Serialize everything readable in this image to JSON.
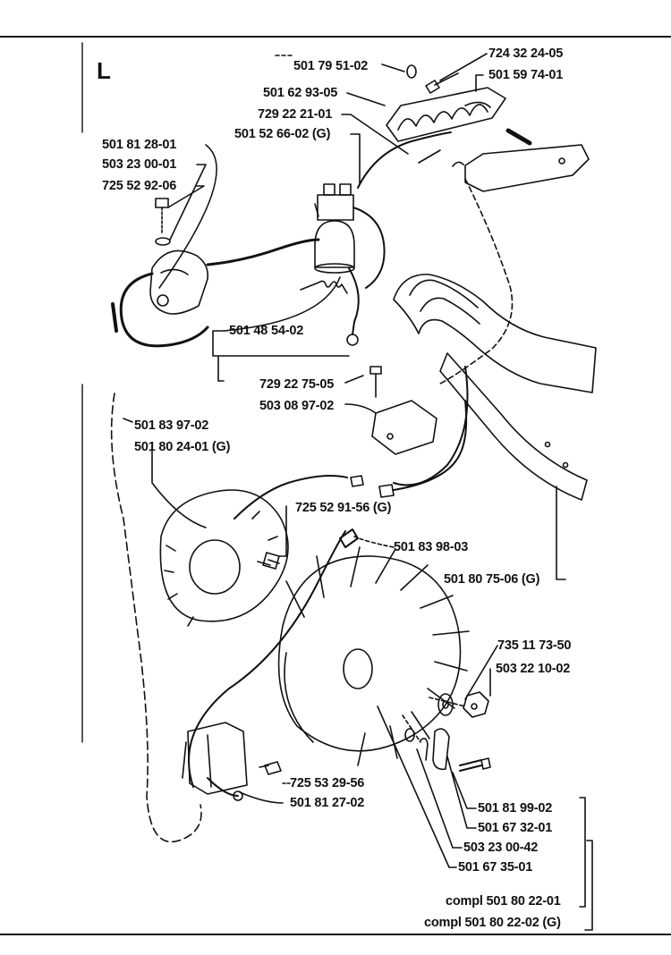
{
  "section_letter": "L",
  "parts": [
    "501 79 51-02",
    "724 32 24-05",
    "501 59 74-01",
    "501 62 93-05",
    "729 22 21-01",
    "501 52 66-02 (G)",
    "501 81 28-01",
    "503 23 00-01",
    "725 52 92-06",
    "501 48 54-02",
    "729 22 75-05",
    "503 08 97-02",
    "501 83 97-02",
    "501 80 24-01 (G)",
    "725 52 91-56 (G)",
    "501 83 98-03",
    "501 80 75-06 (G)",
    "735 11 73-50",
    "503 22 10-02",
    "725 53 29-56",
    "501 81 27-02",
    "501 81 99-02",
    "501 67 32-01",
    "503 23 00-42",
    "501 67 35-01",
    "compl 501 80 22-01",
    "compl 501 80 22-02 (G)"
  ]
}
